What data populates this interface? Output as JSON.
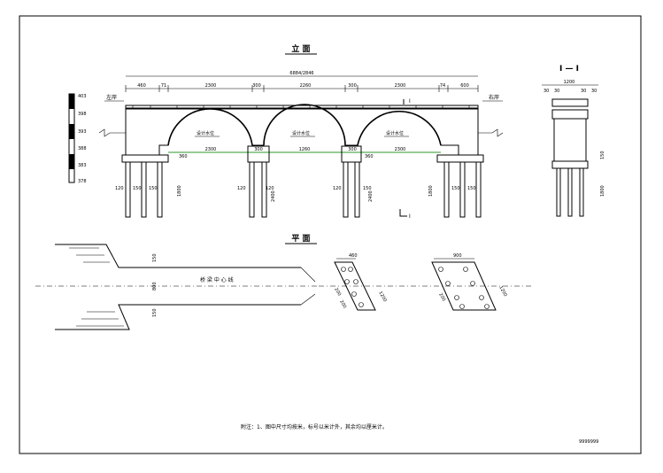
{
  "titles": {
    "elevation": "立 面",
    "plan": "平 面",
    "section": "I — I"
  },
  "labels": {
    "total_dim": "6884/2846",
    "left_bank": "左岸",
    "right_bank": "右岸",
    "centerline": "桥 梁 中 心 线",
    "design_water": "设计水位",
    "cut_mark": "I",
    "drawing_no": "9999999"
  },
  "elevation_scale": [
    "403",
    "398",
    "393",
    "388",
    "383",
    "378"
  ],
  "top_dims": [
    "460",
    "71",
    "2300",
    "300",
    "2260",
    "300",
    "2300",
    "74",
    "600"
  ],
  "mid_dims": [
    "2300",
    "300",
    "1260",
    "300",
    "2300"
  ],
  "pier_heights": [
    "360",
    "2400",
    "360",
    "2400"
  ],
  "pile_dims": [
    "120",
    "150",
    "150",
    "1800",
    "120",
    "120",
    "120",
    "150",
    "1800",
    "150",
    "150"
  ],
  "section_dims": [
    "1200",
    "30",
    "30",
    "30",
    "30",
    "150",
    "1800"
  ],
  "plan_dims": {
    "road_top": "150",
    "road_mid": "800",
    "road_bot": "150",
    "pier1_w": "460",
    "pier1_a": "200",
    "pier1_b": "200",
    "pier1_c": "1200",
    "pier2_w": "900",
    "pier2_a": "200",
    "pier2_b": "1200"
  },
  "note": "附注：1、图中尺寸均按米，标号以米计外，其余均以厘米计。"
}
